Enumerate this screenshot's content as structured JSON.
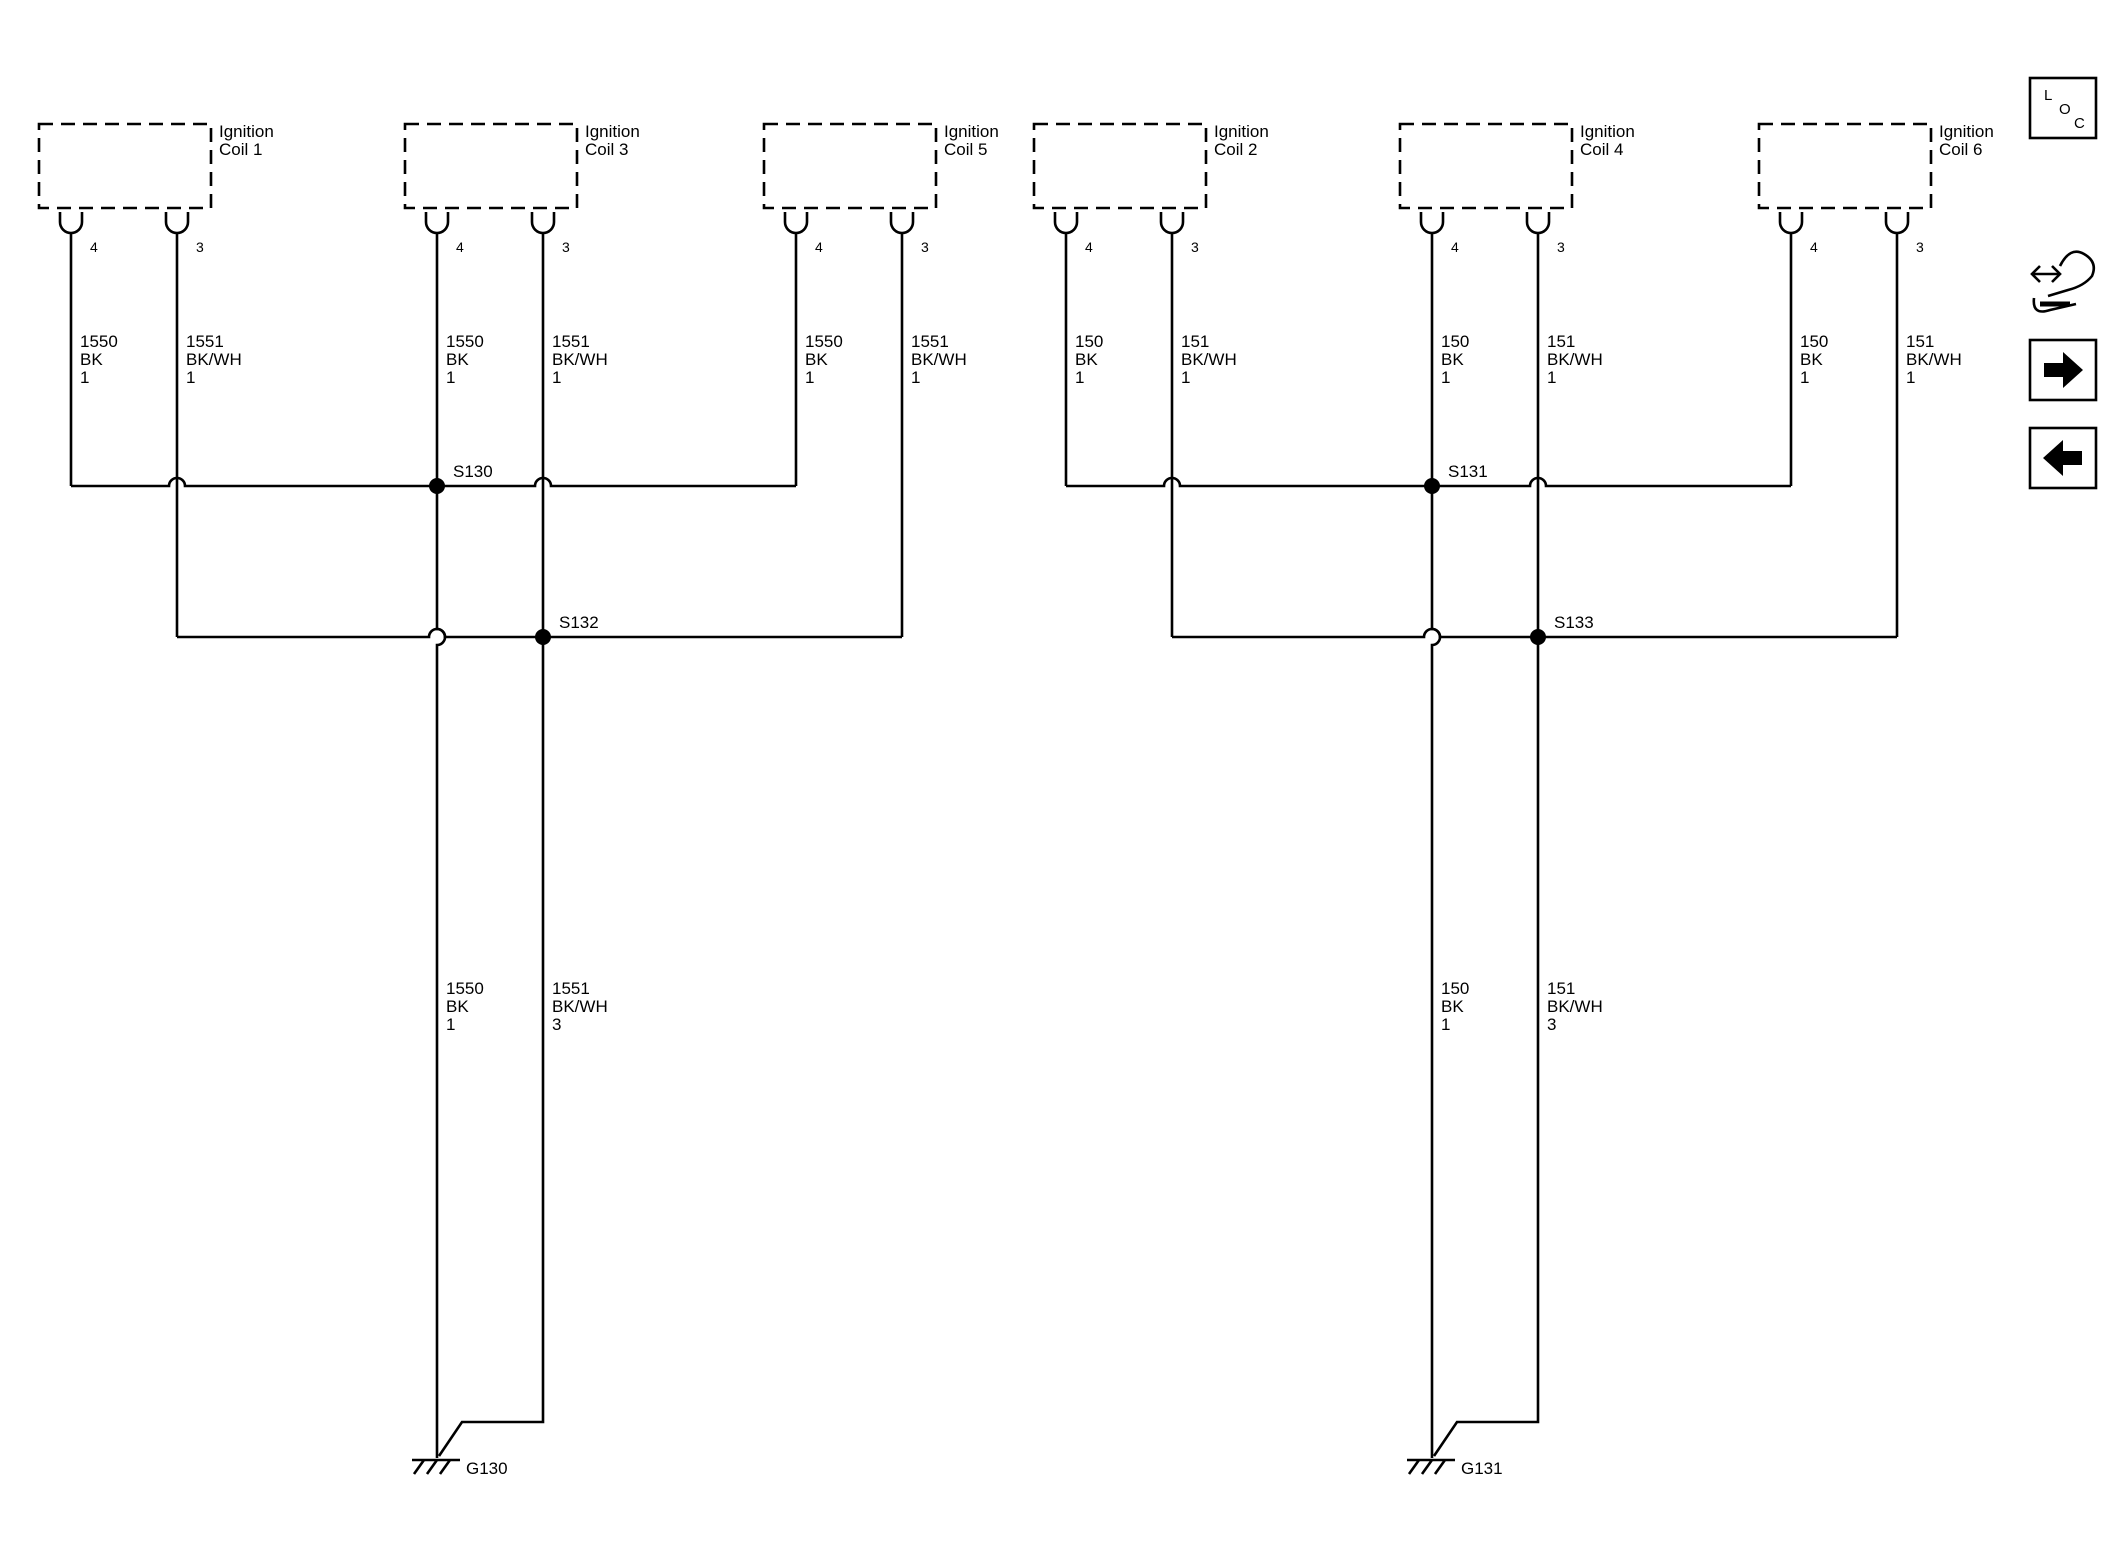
{
  "coils": [
    {
      "id": "coil1",
      "name": "Ignition\nCoil 1",
      "pins": [
        "4",
        "3"
      ],
      "wires": [
        {
          "circuit": "1550",
          "color": "BK",
          "gauge": "1"
        },
        {
          "circuit": "1551",
          "color": "BK/WH",
          "gauge": "1"
        }
      ]
    },
    {
      "id": "coil3",
      "name": "Ignition\nCoil 3",
      "pins": [
        "4",
        "3"
      ],
      "wires": [
        {
          "circuit": "1550",
          "color": "BK",
          "gauge": "1"
        },
        {
          "circuit": "1551",
          "color": "BK/WH",
          "gauge": "1"
        }
      ]
    },
    {
      "id": "coil5",
      "name": "Ignition\nCoil 5",
      "pins": [
        "4",
        "3"
      ],
      "wires": [
        {
          "circuit": "1550",
          "color": "BK",
          "gauge": "1"
        },
        {
          "circuit": "1551",
          "color": "BK/WH",
          "gauge": "1"
        }
      ]
    },
    {
      "id": "coil2",
      "name": "Ignition\nCoil 2",
      "pins": [
        "4",
        "3"
      ],
      "wires": [
        {
          "circuit": "150",
          "color": "BK",
          "gauge": "1"
        },
        {
          "circuit": "151",
          "color": "BK/WH",
          "gauge": "1"
        }
      ]
    },
    {
      "id": "coil4",
      "name": "Ignition\nCoil 4",
      "pins": [
        "4",
        "3"
      ],
      "wires": [
        {
          "circuit": "150",
          "color": "BK",
          "gauge": "1"
        },
        {
          "circuit": "151",
          "color": "BK/WH",
          "gauge": "1"
        }
      ]
    },
    {
      "id": "coil6",
      "name": "Ignition\nCoil 6",
      "pins": [
        "4",
        "3"
      ],
      "wires": [
        {
          "circuit": "150",
          "color": "BK",
          "gauge": "1"
        },
        {
          "circuit": "151",
          "color": "BK/WH",
          "gauge": "1"
        }
      ]
    }
  ],
  "splices": [
    "S130",
    "S132",
    "S131",
    "S133"
  ],
  "trunk_wires": [
    {
      "circuit": "1550",
      "color": "BK",
      "gauge": "1"
    },
    {
      "circuit": "1551",
      "color": "BK/WH",
      "gauge": "3"
    },
    {
      "circuit": "150",
      "color": "BK",
      "gauge": "1"
    },
    {
      "circuit": "151",
      "color": "BK/WH",
      "gauge": "3"
    }
  ],
  "grounds": [
    "G130",
    "G131"
  ],
  "side_buttons": [
    {
      "id": "loc",
      "label": "LOC",
      "icon": "loc-icon"
    },
    {
      "id": "connector",
      "icon": "connector-info-icon"
    },
    {
      "id": "next",
      "icon": "arrow-right-icon"
    },
    {
      "id": "prev",
      "icon": "arrow-left-icon"
    }
  ]
}
